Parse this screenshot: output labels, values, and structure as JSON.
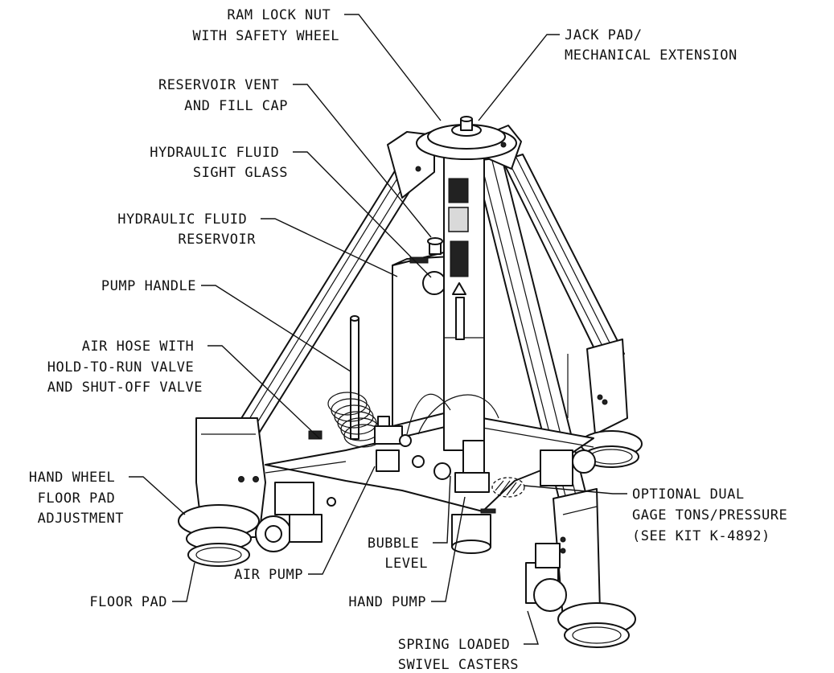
{
  "labels": {
    "ram_lock_nut": [
      "RAM LOCK NUT",
      "WITH SAFETY WHEEL"
    ],
    "jack_pad": [
      "JACK PAD/",
      "MECHANICAL EXTENSION"
    ],
    "reservoir_vent": [
      "RESERVOIR VENT",
      "AND FILL CAP"
    ],
    "sight_glass": [
      "HYDRAULIC FLUID",
      "SIGHT GLASS"
    ],
    "reservoir": [
      "HYDRAULIC FLUID",
      "RESERVOIR"
    ],
    "pump_handle": [
      "PUMP HANDLE"
    ],
    "air_hose": [
      "AIR HOSE WITH",
      "HOLD-TO-RUN VALVE",
      "AND SHUT-OFF VALVE"
    ],
    "hand_wheel": [
      "HAND WHEEL",
      "FLOOR PAD",
      "ADJUSTMENT"
    ],
    "floor_pad": [
      "FLOOR PAD"
    ],
    "air_pump": [
      "AIR PUMP"
    ],
    "bubble_level": [
      "BUBBLE",
      "LEVEL"
    ],
    "hand_pump": [
      "HAND PUMP"
    ],
    "optional_gage": [
      "OPTIONAL DUAL",
      "GAGE TONS/PRESSURE",
      "(SEE KIT K-4892)"
    ],
    "casters": [
      "SPRING LOADED",
      "SWIVEL CASTERS"
    ]
  }
}
